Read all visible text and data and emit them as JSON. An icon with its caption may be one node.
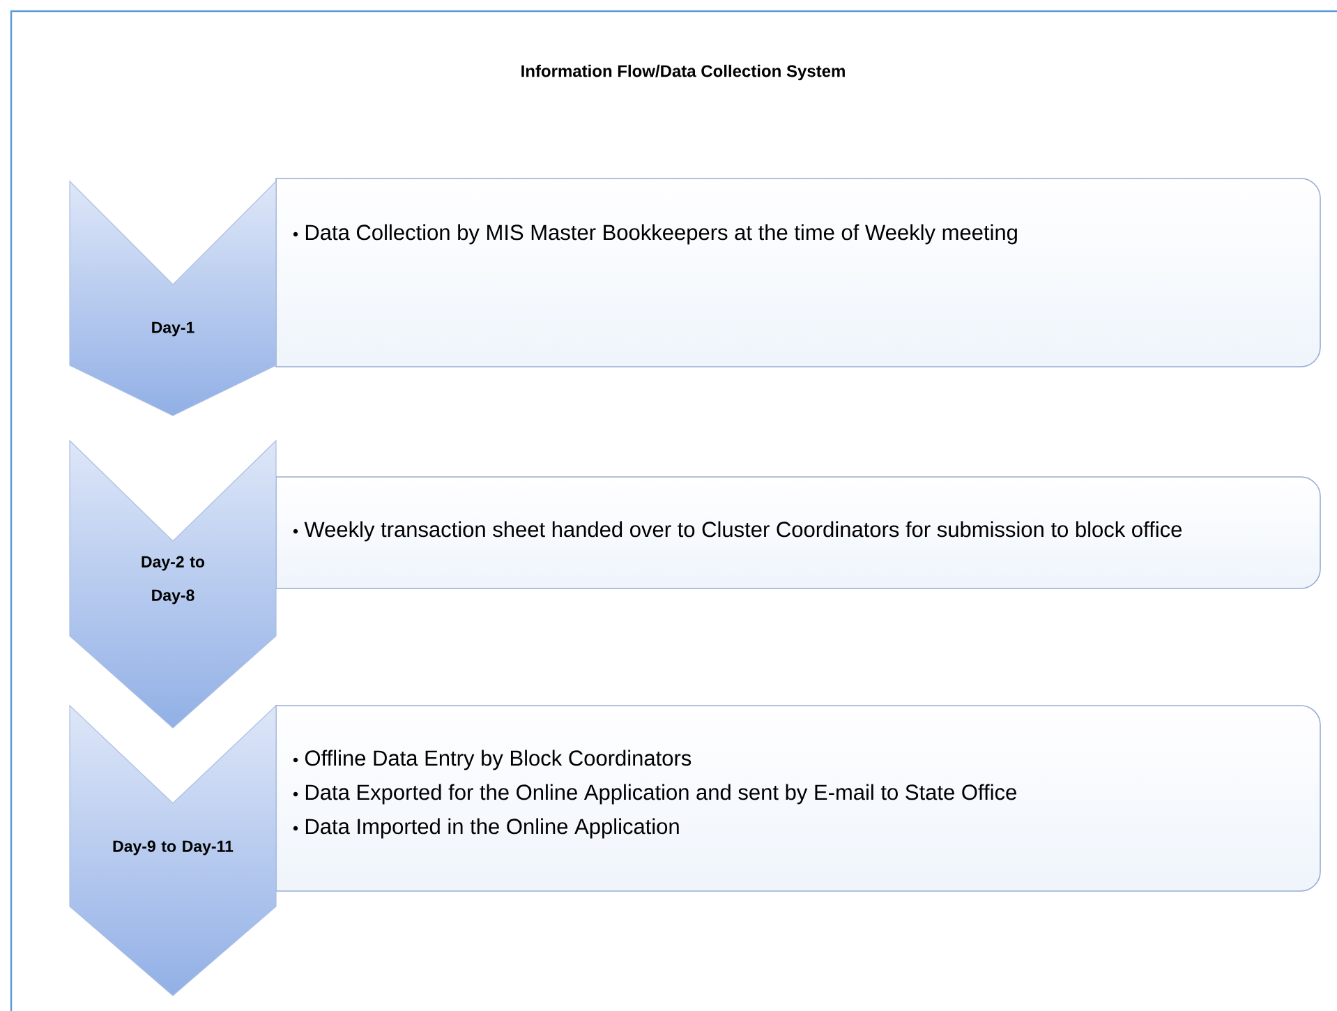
{
  "diagram": {
    "title": "Information Flow/Data Collection System",
    "nodes": [
      {
        "text": [
          "Day-1"
        ]
      },
      {
        "text": [
          "Data Collection by MIS Master Bookkeepers at the time of Weekly meeting"
        ]
      },
      {
        "text": [
          "Day-2 to Day-8"
        ]
      },
      {
        "text": [
          "Weekly transaction sheet handed over to Cluster Coordinators for submission to block office"
        ]
      },
      {
        "text": [
          "Day-9 to Day-11"
        ]
      },
      {
        "text": [
          "Offline Data Entry by Block Coordinators",
          "Data Exported for the Online Application and sent by E-mail to State Office",
          "Data Imported in the Online Application"
        ]
      }
    ]
  }
}
